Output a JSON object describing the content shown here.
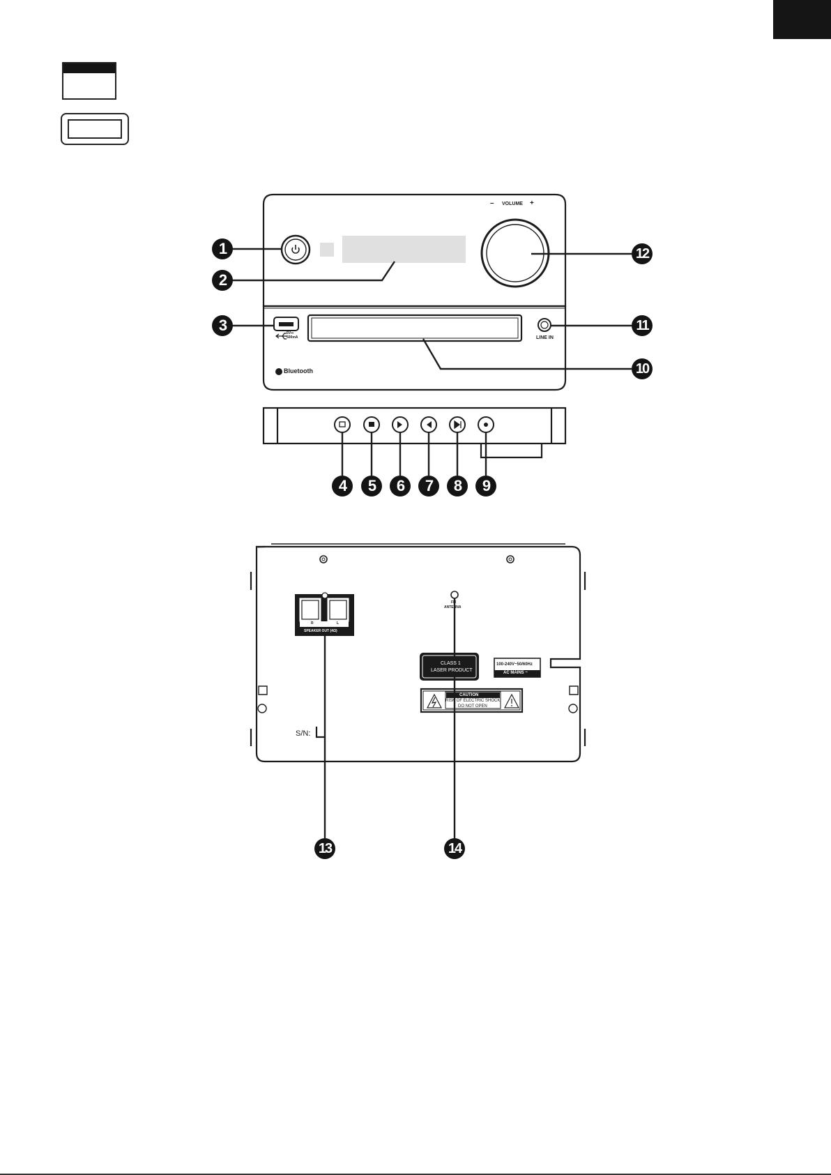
{
  "front_panel": {
    "volume_label": "VOLUME",
    "volume_minus": "–",
    "volume_plus": "+",
    "usb_rating_line1": "5V⎓",
    "usb_rating_line2": "500mA",
    "line_in_label": "LINE IN",
    "bluetooth_label": "Bluetooth"
  },
  "rear_panel": {
    "fm_antenna_line1": "FM",
    "fm_antenna_line2": "ANTENNA",
    "speaker_out_label": "SPEAKER OUT (4Ω)",
    "speaker_r": "R",
    "speaker_l": "L",
    "laser_line1": "CLASS 1",
    "laser_line2": "LASER PRODUCT",
    "ac_rating": "100-240V~50/60Hz",
    "ac_mains": "AC MAINS ~",
    "caution_title": "CAUTION",
    "caution_line1": "RISK OF ELECTRIC SHOCK",
    "caution_line2": "DO NOT OPEN",
    "serial_label": "S/N:"
  },
  "callouts": [
    "1",
    "2",
    "3",
    "4",
    "5",
    "6",
    "7",
    "8",
    "9",
    "10",
    "11",
    "12",
    "13",
    "14"
  ]
}
